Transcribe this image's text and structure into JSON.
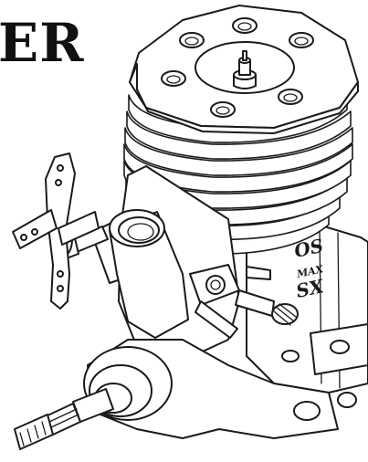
{
  "heading": {
    "text": "ER"
  },
  "engine_markings": {
    "brand": "OS",
    "model_line1": "MAX",
    "model_line2": "SX"
  }
}
